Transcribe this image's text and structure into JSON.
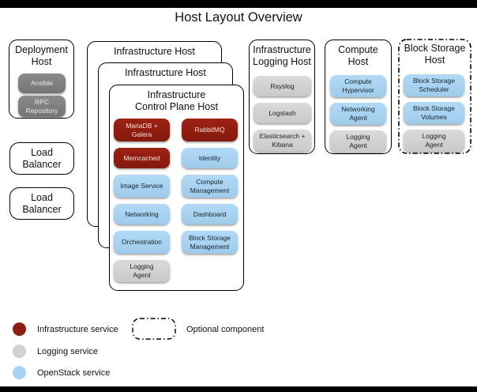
{
  "page": {
    "title": "Host Layout Overview"
  },
  "colors": {
    "infrastructure_service": "#8E1E12",
    "logging_service": "#D2D2D2",
    "openstack_service": "#A9D2F2",
    "deployment_tool": "#7E7E7E"
  },
  "hosts": {
    "deployment": {
      "title": "Deployment\nHost",
      "services": [
        {
          "label": "Ansible",
          "type": "deployment"
        },
        {
          "label": "RPC\nRepository",
          "type": "deployment"
        }
      ]
    },
    "load_balancer_1": {
      "title": "Load\nBalancer"
    },
    "load_balancer_2": {
      "title": "Load\nBalancer"
    },
    "infrastructure_1": {
      "title": "Infrastructure Host"
    },
    "infrastructure_2": {
      "title": "Infrastructure Host"
    },
    "control_plane": {
      "title": "Infrastructure\nControl Plane Host",
      "services": [
        {
          "label": "MariaDB +\nGalera",
          "type": "infrastructure"
        },
        {
          "label": "RabbitMQ",
          "type": "infrastructure"
        },
        {
          "label": "Memcached",
          "type": "infrastructure"
        },
        {
          "label": "Identity",
          "type": "openstack"
        },
        {
          "label": "Image Service",
          "type": "openstack"
        },
        {
          "label": "Compute\nManagement",
          "type": "openstack"
        },
        {
          "label": "Networking",
          "type": "openstack"
        },
        {
          "label": "Dashboard",
          "type": "openstack"
        },
        {
          "label": "Orchestration",
          "type": "openstack"
        },
        {
          "label": "Block Storage\nManagement",
          "type": "openstack"
        },
        {
          "label": "Logging\nAgent",
          "type": "logging"
        }
      ]
    },
    "logging": {
      "title": "Infrastructure\nLogging Host",
      "services": [
        {
          "label": "Rsyslog",
          "type": "logging"
        },
        {
          "label": "Logstash",
          "type": "logging"
        },
        {
          "label": "Elasticsearch +\nKibana",
          "type": "logging"
        }
      ]
    },
    "compute": {
      "title": "Compute\nHost",
      "services": [
        {
          "label": "Compute\nHypervisor",
          "type": "openstack"
        },
        {
          "label": "Networking\nAgent",
          "type": "openstack"
        },
        {
          "label": "Logging\nAgent",
          "type": "logging"
        }
      ]
    },
    "block_storage": {
      "title": "Block Storage\nHost",
      "optional": true,
      "services": [
        {
          "label": "Block Storage\nScheduler",
          "type": "openstack"
        },
        {
          "label": "Block Storage\nVolumes",
          "type": "openstack"
        },
        {
          "label": "Logging\nAgent",
          "type": "logging"
        }
      ]
    }
  },
  "legend": {
    "items": [
      {
        "label": "Infrastructure service",
        "color": "#8E1E12"
      },
      {
        "label": "Logging service",
        "color": "#D2D2D2"
      },
      {
        "label": "OpenStack service",
        "color": "#A9D2F2"
      }
    ],
    "optional_label": "Optional component"
  }
}
